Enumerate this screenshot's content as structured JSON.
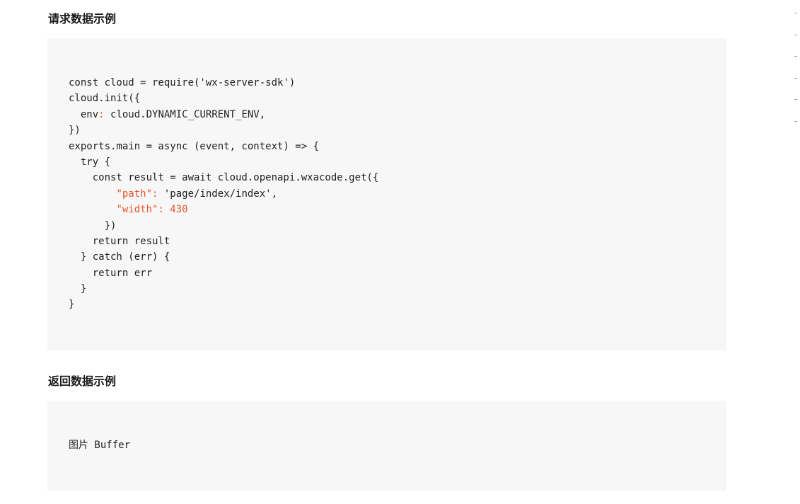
{
  "request_section": {
    "title": "请求数据示例",
    "code_lines": [
      [
        {
          "text": "const cloud = require('wx-server-sdk')",
          "kind": "plain"
        }
      ],
      [
        {
          "text": "cloud.init({",
          "kind": "plain"
        }
      ],
      [
        {
          "text": "  env",
          "kind": "plain"
        },
        {
          "text": ":",
          "kind": "key"
        },
        {
          "text": " cloud.DYNAMIC_CURRENT_ENV,",
          "kind": "plain"
        }
      ],
      [
        {
          "text": "})",
          "kind": "plain"
        }
      ],
      [
        {
          "text": "exports.main = async (event, context) => {",
          "kind": "plain"
        }
      ],
      [
        {
          "text": "  try {",
          "kind": "plain"
        }
      ],
      [
        {
          "text": "    const result = await cloud.openapi.wxacode.get({",
          "kind": "plain"
        }
      ],
      [
        {
          "text": "        ",
          "kind": "plain"
        },
        {
          "text": "\"path\":",
          "kind": "key"
        },
        {
          "text": " 'page/index/index',",
          "kind": "plain"
        }
      ],
      [
        {
          "text": "        ",
          "kind": "plain"
        },
        {
          "text": "\"width\": 430",
          "kind": "key"
        }
      ],
      [
        {
          "text": "      })",
          "kind": "plain"
        }
      ],
      [
        {
          "text": "    return result",
          "kind": "plain"
        }
      ],
      [
        {
          "text": "  } catch (err) {",
          "kind": "plain"
        }
      ],
      [
        {
          "text": "    return err",
          "kind": "plain"
        }
      ],
      [
        {
          "text": "  }",
          "kind": "plain"
        }
      ],
      [
        {
          "text": "}",
          "kind": "plain"
        }
      ]
    ]
  },
  "response_section": {
    "title": "返回数据示例",
    "code_lines": [
      [
        {
          "text": "图片 Buffer",
          "kind": "plain"
        }
      ]
    ]
  },
  "toc_markers": 6
}
